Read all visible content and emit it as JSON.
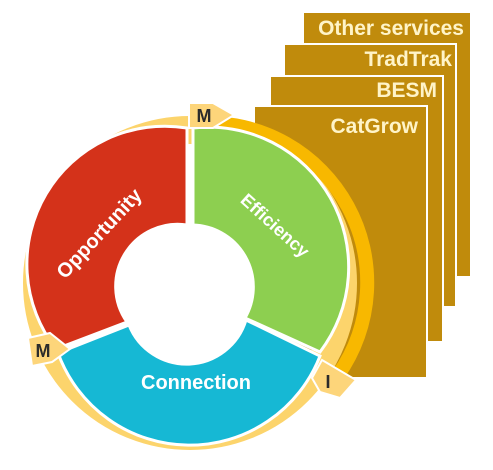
{
  "services": [
    {
      "label": "Other services"
    },
    {
      "label": "TradTrak"
    },
    {
      "label": "BESM"
    },
    {
      "label": "CatGrow"
    }
  ],
  "cycle": {
    "segments": [
      {
        "label": "Opportunity",
        "color": "#d4321a"
      },
      {
        "label": "Efficiency",
        "color": "#8dcf50"
      },
      {
        "label": "Connection",
        "color": "#16b8d4"
      }
    ],
    "markers": [
      {
        "label": "M"
      },
      {
        "label": "M"
      },
      {
        "label": "I"
      }
    ]
  },
  "colors": {
    "card": "#c08b0c",
    "ring_light": "#fcd46c",
    "ring_gold": "#f8b800",
    "marker": "#fdd57a"
  }
}
